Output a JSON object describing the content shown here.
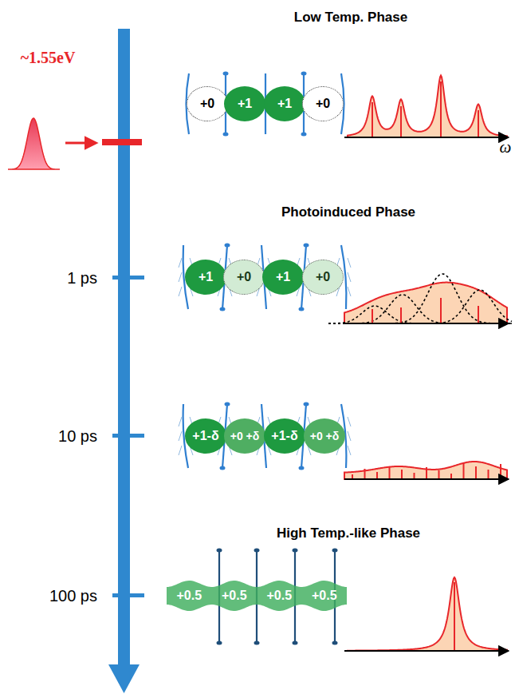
{
  "diagram": {
    "nodes": [
      {
        "text": [
          "+0"
        ]
      },
      {
        "text": [
          "+1"
        ]
      },
      {
        "text": [
          "+1"
        ]
      },
      {
        "text": [
          "+0"
        ]
      },
      {
        "text": [
          "+1"
        ]
      },
      {
        "text": [
          "+0"
        ]
      },
      {
        "text": [
          "+1"
        ]
      },
      {
        "text": [
          "+0"
        ]
      },
      {
        "text": [
          "+1-δ"
        ]
      },
      {
        "text": [
          "+0 +δ"
        ]
      },
      {
        "text": [
          "+1-δ"
        ]
      },
      {
        "text": [
          "+0 +δ"
        ]
      },
      {
        "text": [
          "+0.5",
          "+0.5",
          "+0.5",
          "+0.5"
        ]
      }
    ],
    "labels": [
      "Low Temp. Phase",
      "~1.55eV",
      "ω",
      "Photoinduced Phase",
      "1 ps",
      "10 ps",
      "High Temp.-like Phase",
      "100 ps"
    ]
  }
}
